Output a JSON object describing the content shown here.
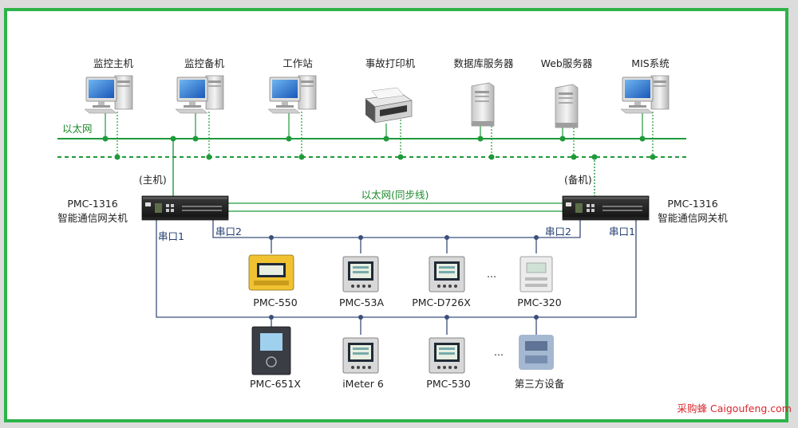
{
  "top_devices": [
    {
      "label": "监控主机",
      "icon": "pc-monitor-icon"
    },
    {
      "label": "监控备机",
      "icon": "pc-monitor-icon"
    },
    {
      "label": "工作站",
      "icon": "pc-monitor-icon"
    },
    {
      "label": "事故打印机",
      "icon": "printer-icon"
    },
    {
      "label": "数据库服务器",
      "icon": "server-tower-icon"
    },
    {
      "label": "Web服务器",
      "icon": "server-tower-icon"
    },
    {
      "label": "MIS系统",
      "icon": "pc-monitor-icon"
    }
  ],
  "network": {
    "ethernet_label": "以太网",
    "sync_label": "以太网(同步线)"
  },
  "gateways": {
    "main": {
      "role": "(主机)",
      "model": "PMC-1316",
      "name": "智能通信网关机",
      "port1": "串口1",
      "port2": "串口2"
    },
    "backup": {
      "role": "(备机)",
      "model": "PMC-1316",
      "name": "智能通信网关机",
      "port1": "串口1",
      "port2": "串口2"
    }
  },
  "row1_devices": [
    {
      "label": "PMC-550"
    },
    {
      "label": "PMC-53A"
    },
    {
      "label": "PMC-D726X"
    },
    {
      "label": "PMC-320"
    }
  ],
  "row2_devices": [
    {
      "label": "PMC-651X"
    },
    {
      "label": "iMeter 6"
    },
    {
      "label": "PMC-530"
    },
    {
      "label": "第三方设备"
    }
  ],
  "ellipsis": "...",
  "watermark": "采购蜂 Caigoufeng.com",
  "colors": {
    "frame": "#2db34a",
    "ethernet": "#1f9a3a",
    "serial": "#3b4f7a",
    "watermark": "#d9262c"
  }
}
